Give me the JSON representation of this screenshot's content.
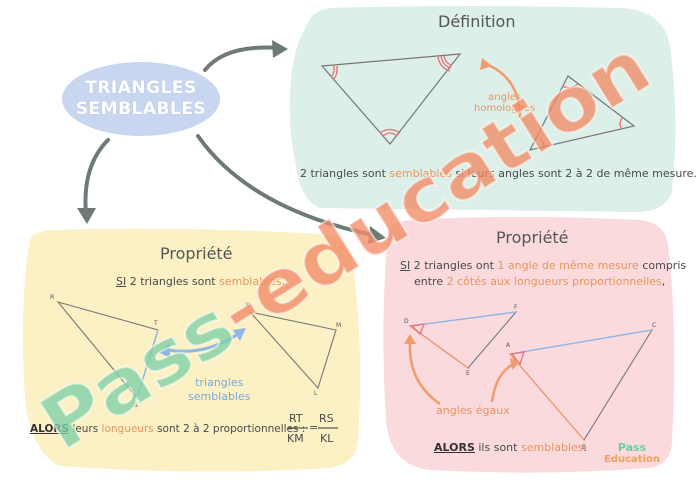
{
  "main_title": {
    "line1": "TRIANGLES",
    "line2": "SEMBLABLES"
  },
  "definition": {
    "heading": "Définition",
    "annotation_l1": "angles",
    "annotation_l2": "homologues",
    "text_a": "2 triangles sont ",
    "text_b": "semblables",
    "text_c": " si leurs angles sont 2 à 2 de même mesure."
  },
  "property_left": {
    "heading": "Propriété",
    "if_word": "SI",
    "cond_a": " 2 triangles sont ",
    "cond_b": "semblables",
    "cond_c": ",",
    "arrow_l1": "triangles",
    "arrow_l2": "semblables",
    "then_word": "ALORS",
    "res_a": " leurs ",
    "res_b": "longueurs",
    "res_c": " sont 2 à 2 proportionnelles :",
    "frac1_num": "RT",
    "frac1_den": "KM",
    "equals": "=",
    "frac2_num": "RS",
    "frac2_den": "KL",
    "labels": {
      "R": "R",
      "T": "T",
      "S": "S",
      "K": "K",
      "M": "M",
      "L": "L"
    }
  },
  "property_right": {
    "heading": "Propriété",
    "if_word": "SI",
    "l1_a": " 2 triangles ont ",
    "l1_b": "1 angle de même mesure",
    "l1_c": " compris",
    "l2_a": "entre ",
    "l2_b": "2 côtés aux longueurs proportionnelles",
    "l2_c": ",",
    "equal_angles": "angles égaux",
    "then_word": "ALORS",
    "res_a": " ils sont ",
    "res_b": "semblables",
    "res_c": ".",
    "labels": {
      "D": "D",
      "F": "F",
      "E": "E",
      "A": "A",
      "C": "C",
      "B": "B"
    }
  },
  "watermark": "Pass-education",
  "logo": {
    "line1": "Pass",
    "line2": "Education"
  },
  "colors": {
    "def_bg": "#dcefe8",
    "left_bg": "#fbf1c4",
    "right_bg": "#fadadd",
    "title_bg": "#c9d6ef",
    "arrow": "#6e7b74",
    "accent_orange": "#f19a6b",
    "accent_blue": "#8fb8e8",
    "watermark_orange": "#f28a66",
    "watermark_green": "#7fcfa6"
  }
}
